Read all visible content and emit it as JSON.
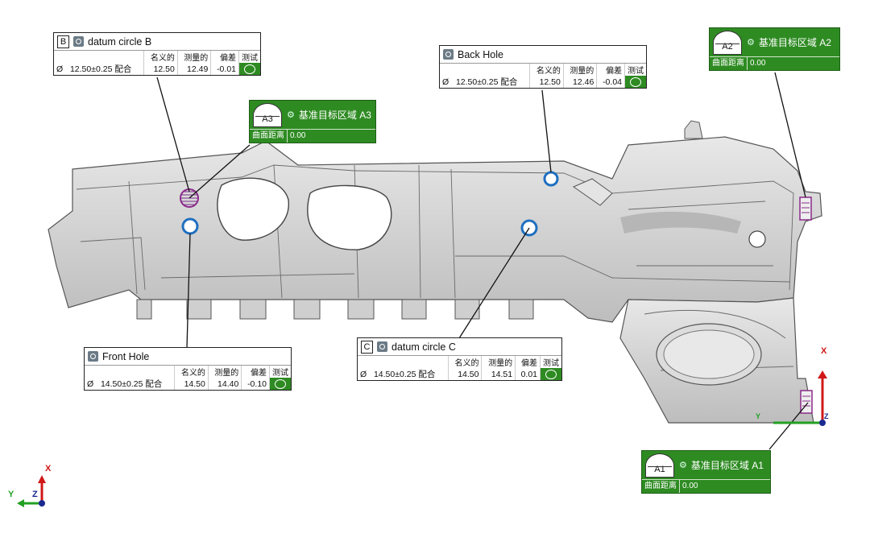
{
  "callouts": {
    "datum_b": {
      "letter": "B",
      "title": "datum circle B",
      "headers": [
        "名义的",
        "测量的",
        "偏差",
        "测试"
      ],
      "row": {
        "symbol": "Ø",
        "spec": "12.50±0.25",
        "fit": "配合",
        "nominal": "12.50",
        "measured": "12.49",
        "deviation": "-0.01"
      }
    },
    "back_hole": {
      "title": "Back Hole",
      "headers": [
        "名义的",
        "测量的",
        "偏差",
        "测试"
      ],
      "row": {
        "symbol": "Ø",
        "spec": "12.50±0.25",
        "fit": "配合",
        "nominal": "12.50",
        "measured": "12.46",
        "deviation": "-0.04"
      }
    },
    "front_hole": {
      "title": "Front Hole",
      "headers": [
        "名义的",
        "测量的",
        "偏差",
        "测试"
      ],
      "row": {
        "symbol": "Ø",
        "spec": "14.50±0.25",
        "fit": "配合",
        "nominal": "14.50",
        "measured": "14.40",
        "deviation": "-0.10"
      }
    },
    "datum_c": {
      "letter": "C",
      "title": "datum circle C",
      "headers": [
        "名义的",
        "测量的",
        "偏差",
        "测试"
      ],
      "row": {
        "symbol": "Ø",
        "spec": "14.50±0.25",
        "fit": "配合",
        "nominal": "14.50",
        "measured": "14.51",
        "deviation": "0.01"
      }
    }
  },
  "targets": {
    "a3": {
      "badge": "A3",
      "title": "基准目标区域 A3",
      "label": "曲面距离",
      "value": "0.00"
    },
    "a2": {
      "badge": "A2",
      "title": "基准目标区域 A2",
      "label": "曲面距离",
      "value": "0.00"
    },
    "a1": {
      "badge": "A1",
      "title": "基准目标区域 A1",
      "label": "曲面距离",
      "value": "0.00"
    }
  },
  "axes": {
    "part_triad": {
      "x": "X",
      "y": "Y",
      "z": "Z"
    },
    "view_triad": {
      "x": "X",
      "y": "Y",
      "z": "Z"
    }
  },
  "colors": {
    "pass_green": "#2e8b22",
    "hole_marker": "#1f6fc0",
    "datum_marker": "#8a2a8a",
    "axis_x": "#d01818",
    "axis_y": "#22a022",
    "axis_z": "#1a2a90"
  }
}
